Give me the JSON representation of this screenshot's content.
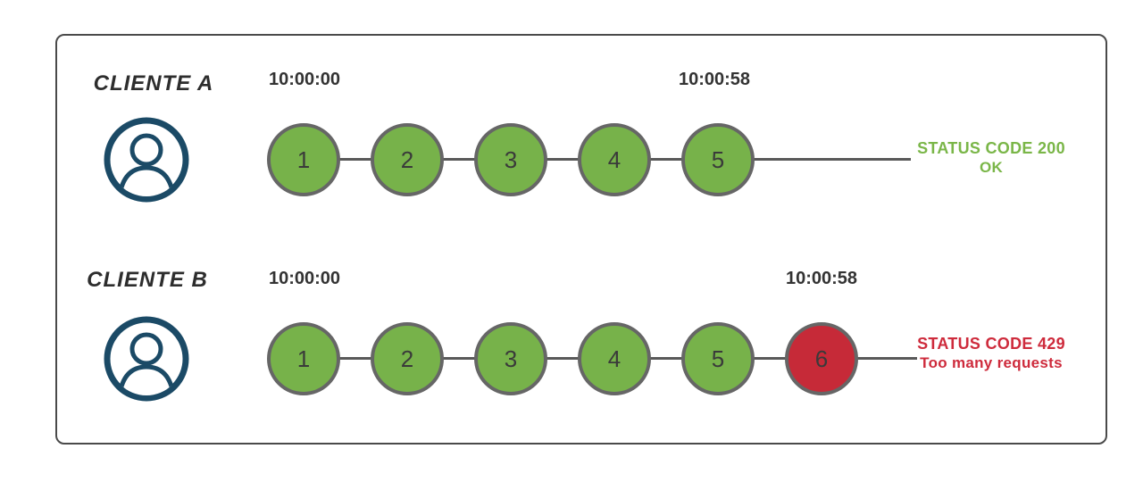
{
  "colors": {
    "ok_green": "#77b24a",
    "error_red": "#c62a38",
    "ok_text_green": "#7ab648",
    "error_text_red": "#ce2b3c",
    "icon_blue": "#1b4a66",
    "line_gray": "#595959",
    "node_border_gray": "#666666",
    "frame_gray": "#4a4a4a",
    "text_dark": "#333333"
  },
  "icons": {
    "user": "user-avatar-icon"
  },
  "rows": [
    {
      "client_label": "CLIENTE A",
      "start_time": "10:00:00",
      "end_time": "10:00:58",
      "requests": [
        {
          "label": "1",
          "state": "ok"
        },
        {
          "label": "2",
          "state": "ok"
        },
        {
          "label": "3",
          "state": "ok"
        },
        {
          "label": "4",
          "state": "ok"
        },
        {
          "label": "5",
          "state": "ok"
        }
      ],
      "status": {
        "line1": "STATUS CODE 200",
        "line2": "OK"
      }
    },
    {
      "client_label": "CLIENTE B",
      "start_time": "10:00:00",
      "end_time": "10:00:58",
      "requests": [
        {
          "label": "1",
          "state": "ok"
        },
        {
          "label": "2",
          "state": "ok"
        },
        {
          "label": "3",
          "state": "ok"
        },
        {
          "label": "4",
          "state": "ok"
        },
        {
          "label": "5",
          "state": "ok"
        },
        {
          "label": "6",
          "state": "error"
        }
      ],
      "status": {
        "line1": "STATUS CODE 429",
        "line2": "Too many requests"
      }
    }
  ]
}
